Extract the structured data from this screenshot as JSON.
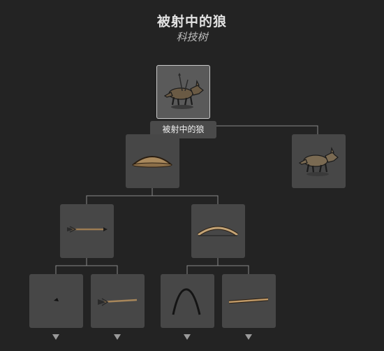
{
  "header": {
    "title": "被射中的狼",
    "subtitle": "科技树"
  },
  "tooltip": {
    "text": "被射中的狼"
  },
  "nodes": [
    {
      "id": "shot-wolf",
      "icon": "wolf-with-arrows-icon",
      "selected": true
    },
    {
      "id": "wolf",
      "icon": "wolf-icon"
    },
    {
      "id": "strung-bow",
      "icon": "strung-bow-icon"
    },
    {
      "id": "arrow",
      "icon": "arrow-icon"
    },
    {
      "id": "bow-limb",
      "icon": "bow-limb-icon"
    },
    {
      "id": "arrowhead",
      "icon": "arrowhead-icon"
    },
    {
      "id": "fletched-shaft",
      "icon": "fletched-shaft-icon"
    },
    {
      "id": "sinew",
      "icon": "sinew-icon"
    },
    {
      "id": "wooden-stick",
      "icon": "wooden-stick-icon"
    }
  ],
  "colors": {
    "background": "#232323",
    "node": "#474747",
    "node_selected": "#5a5a5a",
    "connector": "#8a8a8a"
  }
}
